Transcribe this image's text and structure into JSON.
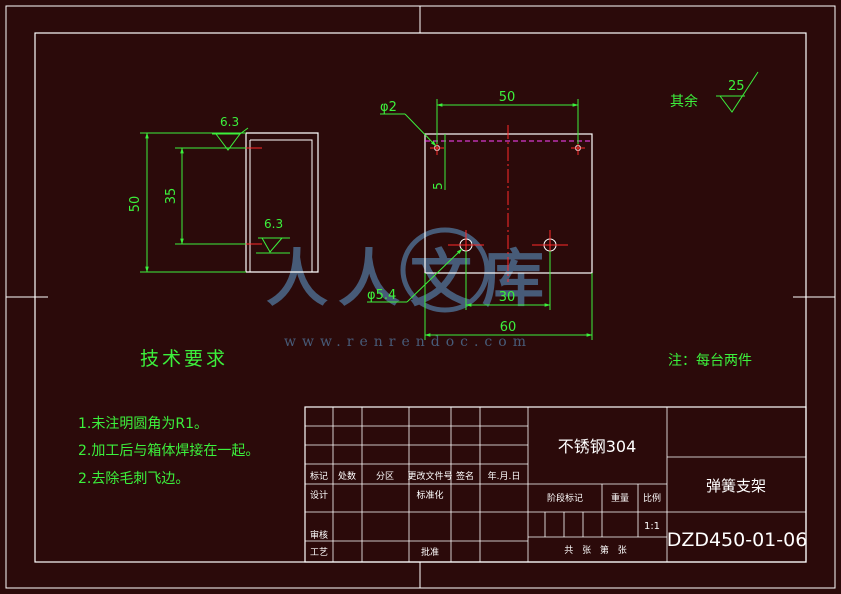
{
  "colors": {
    "background": "#2b0a0a",
    "outline": "#ffffff",
    "dimension": "#3cf03c",
    "centerline": "#ff2b2b",
    "hidden_line": "#ff44ff",
    "watermark": "#4d6a8c"
  },
  "side_view": {
    "dim_overall_height": "50",
    "dim_inner_height": "35",
    "roughness_top": "6.3",
    "roughness_bottom": "6.3"
  },
  "front_view": {
    "dim_top_width": "50",
    "dim_overall_width": "60",
    "dim_hole_spacing": "30",
    "dim_edge_offset": "5",
    "small_hole_label": "φ2",
    "large_hole_label": "φ5.4"
  },
  "roughness_other": {
    "label": "其余",
    "value": "25"
  },
  "technical_requirements": {
    "title": "技术要求",
    "items": [
      "1.未注明圆角为R1。",
      "2.加工后与箱体焊接在一起。",
      "2.去除毛刺飞边。"
    ]
  },
  "note": "注：每台两件",
  "watermark": {
    "text": "人人文库",
    "url": "www.renrendoc.com"
  },
  "title_block": {
    "material": "不锈钢304",
    "part_name": "弹簧支架",
    "drawing_number": "DZD450-01-06",
    "scale": "1:1",
    "revision_headers": [
      "标记",
      "处数",
      "分区",
      "更改文件号",
      "签名",
      "年.月.日"
    ],
    "signature_labels": {
      "designer": "设计",
      "standardization": "标准化",
      "reviewer": "审核",
      "process": "工艺",
      "approval": "批准"
    },
    "stage_label": "阶段标记",
    "weight_label": "重量",
    "scale_label": "比例",
    "sheet_label": "共 张 第 张"
  }
}
